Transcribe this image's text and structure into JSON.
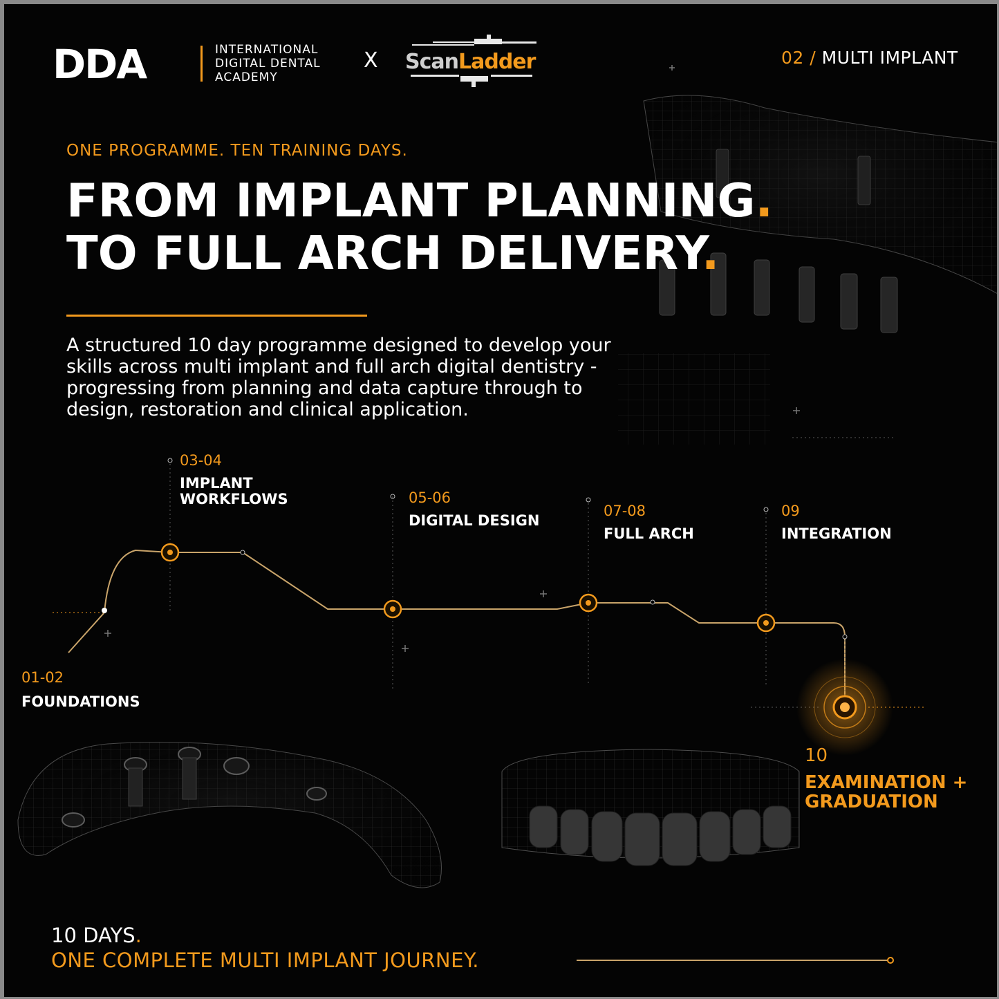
{
  "header": {
    "logo_left": "DDA",
    "logo_sub": [
      "INTERNATIONAL",
      "DIGITAL DENTAL",
      "ACADEMY"
    ],
    "separator_x": "X",
    "logo_right_a": "Scan",
    "logo_right_b": "Ladder",
    "page_number": "02 /",
    "page_title": "MULTI IMPLANT"
  },
  "hero": {
    "kicker": "ONE PROGRAMME. TEN TRAINING DAYS.",
    "headline_line1": "FROM IMPLANT PLANNING",
    "headline_line2": "TO FULL ARCH DELIVERY",
    "headline_dot": ".",
    "description": [
      "A structured 10 day programme designed to develop your",
      "skills across multi implant and full arch digital dentistry -",
      "progressing from planning and data capture through to",
      "design, restoration and clinical application."
    ]
  },
  "timeline": {
    "steps": [
      {
        "days": "01-02",
        "title": [
          "FOUNDATIONS"
        ]
      },
      {
        "days": "03-04",
        "title": [
          "IMPLANT",
          "WORKFLOWS"
        ]
      },
      {
        "days": "05-06",
        "title": [
          "DIGITAL DESIGN"
        ]
      },
      {
        "days": "07-08",
        "title": [
          "FULL ARCH"
        ]
      },
      {
        "days": "09",
        "title": [
          "INTEGRATION"
        ]
      }
    ],
    "final": {
      "days": "10",
      "title": [
        "EXAMINATION +",
        "GRADUATION"
      ]
    }
  },
  "footer": {
    "line1": "10 DAYS",
    "line1_dot": ".",
    "line2": "ONE COMPLETE MULTI IMPLANT JOURNEY."
  },
  "colors": {
    "accent": "#f39a1d",
    "background": "#040404",
    "text": "#ffffff"
  }
}
